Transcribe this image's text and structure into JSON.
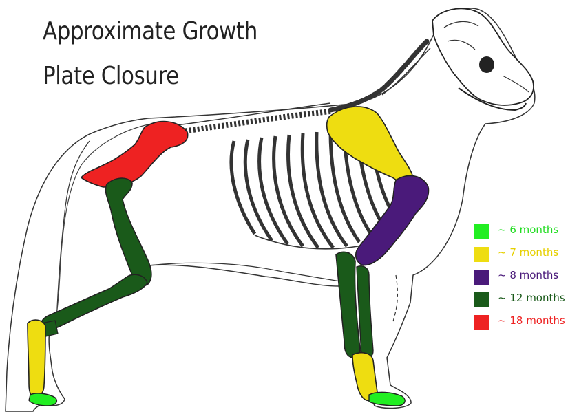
{
  "title": {
    "line1": "Approximate Growth",
    "line2": "Plate Closure"
  },
  "colors": {
    "outline": "#333333",
    "bone": "#ffffff",
    "6_months": "#22ee22",
    "7_months": "#eedd11",
    "8_months": "#4a1a7a",
    "12_months": "#1a5a1a",
    "18_months": "#ee2222"
  },
  "legend": [
    {
      "label": "~ 6 months",
      "color": "#22ee22",
      "text_color": "#22dd22",
      "icon": "green-square"
    },
    {
      "label": "~ 7 months",
      "color": "#eedd11",
      "text_color": "#e6d000",
      "icon": "yellow-square"
    },
    {
      "label": "~ 8 months",
      "color": "#4a1a7a",
      "text_color": "#4a1a7a",
      "icon": "purple-square"
    },
    {
      "label": "~ 12 months",
      "color": "#1a5a1a",
      "text_color": "#1a5a1a",
      "icon": "dark-green-square"
    },
    {
      "label": "~ 18 months",
      "color": "#ee2222",
      "text_color": "#ee2222",
      "icon": "red-square"
    }
  ]
}
